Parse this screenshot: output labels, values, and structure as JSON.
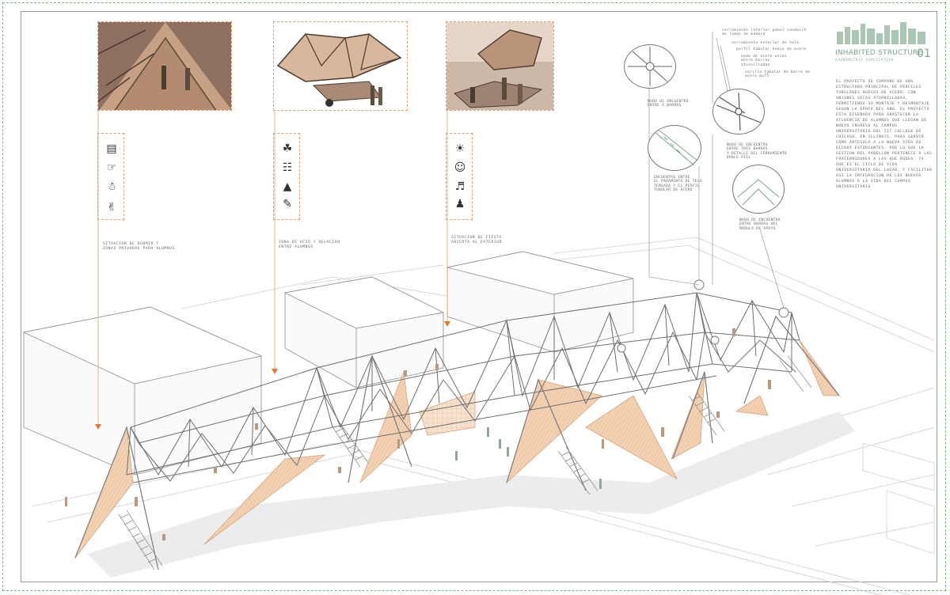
{
  "board": {
    "title": "INHABITED STRUCTURE",
    "subtitle": "AXONOMETRIA EXPLICATIVA",
    "sheet_number": "01",
    "description": "EL PROYECTO SE COMPONE DE UNA ESTRUCTURA PRINCIPAL DE PERFILES TUBULARES HUECOS DE ACERO, CON UNIONES SECAS ATORNILLADAS, PERMITIENDO SU MONTAJE Y DESMONTAJE SEGUN LA EPOCA DEL AÑO. EL PROYECTO ESTA DISEÑADO PARA ABASTECER LA AFLUENCIA DE ALUMNOS QUE LLEGAN DE NUEVO INGRESO AL CAMPUS UNIVERSITARIO DEL IIT COLLEGE DE CHICAGO, EN ILLINOIS. PARA SERVIR COMO ANTESALA A LA NUEVA VIDA DE DICHOS ESTUDIANTES. POR LO QUE LA GESTION DEL PABELLON PERTENECE A LAS FRATERNIDADES A LAS QUE RODEA. YA QUE ES EL CICLO DE VIDA UNIVERSITARIA DEL LUGAR, Y FACILITAR ASI LA INTEGRACION DE LOS NUEVOS ALUMNOS A LA VIDA DEL CAMPUS UNIVERSITARIO"
  },
  "scenarios": [
    {
      "caption": "SITUACION DE DORMIR Y\nZONAS PRIVADAS PARA ALUMNOS",
      "icons": [
        "bunk-bed-icon",
        "reclining-person-icon",
        "meditation-icon",
        "stretching-person-icon"
      ]
    },
    {
      "caption": "ZONA DE OCIO Y RELACION\nENTRE ALUMNOS",
      "icons": [
        "exercise-person-icon",
        "group-table-icon",
        "easel-icon",
        "lounging-person-icon"
      ]
    },
    {
      "caption": "SITUACION DE FIESTA\nABIERTA AL EXTERIOR",
      "icons": [
        "sun-icon",
        "conversation-icon",
        "dj-icon",
        "seated-group-icon"
      ]
    }
  ],
  "material_labels": [
    "cerramiento interior panel sandwich de lamas de madera",
    "cerramiento exterior de tela",
    "perfil tubular hueco de acero",
    "nodo de acero union entre barras atornilladas",
    "varilla tubular de barra de acero ø=75"
  ],
  "details": [
    {
      "caption": "NUDO DE ENCUENTRO\nENTRE 4 BARRAS"
    },
    {
      "caption": "ENCUENTRO ENTRE\nEL PARAMENTO DE TELA\nTENSADA Y EL PERFIL\nTUBULAR DE ACERO"
    },
    {
      "caption": "NUDO DE ENCUENTRO\nENTRE TRES BARRAS\nY DETALLE DEL CERRAMIENTO\nDOBLE PIEL"
    },
    {
      "caption": "NUDO DE ENCUENTRO\nENTRE BARRAS DEL\nMODULO DE APOYO"
    }
  ],
  "colors": {
    "accent": "#e07a30",
    "fabric": "#f1c9a6",
    "title_green": "#7aa58a",
    "border_green": "#7fb27f"
  }
}
